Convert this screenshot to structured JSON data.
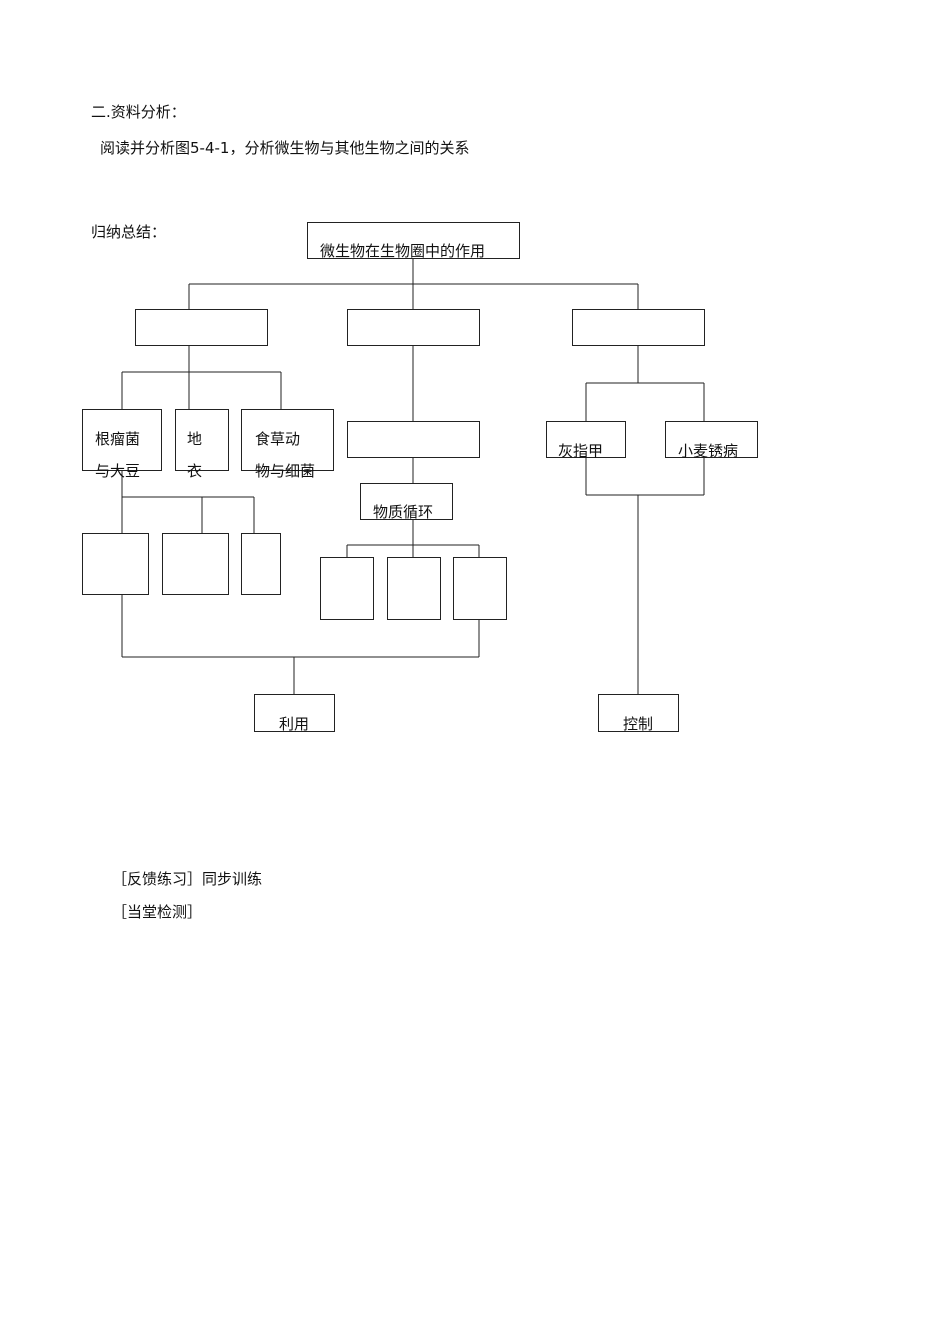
{
  "section_heading": "二.资料分析：",
  "instruction": "阅读并分析图5-4-1，分析微生物与其他生物之间的关系",
  "summary_label": "归纳总结：",
  "diagram": {
    "root": "微生物在生物圈中的作用",
    "branch_left": "",
    "branch_middle": "",
    "branch_right": "",
    "left_children": {
      "rhizobia": [
        "根瘤菌",
        "与大豆"
      ],
      "lichen": [
        "地",
        "衣"
      ],
      "herbivore": [
        "食草动",
        "物与细菌"
      ]
    },
    "left_blanks": [
      "",
      "",
      ""
    ],
    "middle_blank": "",
    "middle_node": "物质循环",
    "middle_blanks": [
      "",
      "",
      ""
    ],
    "right_children": [
      "灰指甲",
      "小麦锈病"
    ],
    "use_node": "利用",
    "control_node": "控制"
  },
  "feedback_line": "［反馈练习］同步训练",
  "test_line": "［当堂检测］"
}
